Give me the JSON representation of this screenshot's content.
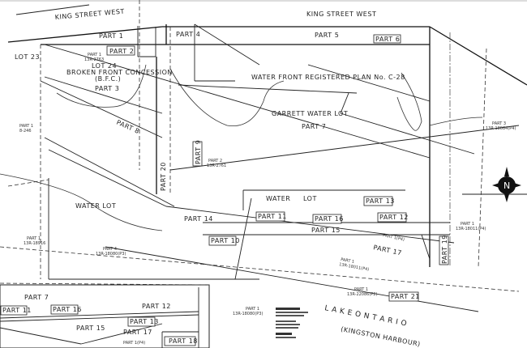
{
  "streets": {
    "king_street_west_1": "KING STREET WEST",
    "king_street_west_2": "KING STREET WEST"
  },
  "lots": {
    "lot_23": "LOT 23",
    "lot_24": "LOT 24",
    "broken_front": "BROKEN FRONT CONCESSION",
    "bfc": "(B.F.C.)",
    "water_front_plan": "WATER FRONT   REGISTERED PLAN No. C-28",
    "garrett_water_lot": "GARRETT   WATER   LOT",
    "water_lot_1": "WATER      LOT",
    "water_lot_2": "WATER",
    "water_lot_2b": "LOT"
  },
  "parts": {
    "part1": "PART 1",
    "part2": "PART 2",
    "part3": "PART 3",
    "part4": "PART 4",
    "part5": "PART 5",
    "part6": "PART 6",
    "part7": "PART 7",
    "part8": "PART 8",
    "part9": "PART 9",
    "part10": "PART 10",
    "part11": "PART 11",
    "part12": "PART 12",
    "part13": "PART 13",
    "part14": "PART 14",
    "part15": "PART 15",
    "part16": "PART 16",
    "part17": "PART 17",
    "part19": "PART 19",
    "part20": "PART 20",
    "part21": "PART 21"
  },
  "small_labels": {
    "part1_a": "PART 1",
    "part1_a2": "13R-2763",
    "part1_b": "PART 1",
    "part1_b2": "8-246",
    "part1_c": "PART 1",
    "part1_c2": "13R-18916",
    "part4_d": "PART 4",
    "part4_d2": "13R-18080(P3)",
    "part2_e": "PART 2",
    "part2_e2": "13R-2761",
    "part1_f": "PART 1",
    "part1_f2": "13R-18011(P4)",
    "part1_g": "PART 1",
    "part1_g2": "13R-18011(P4)",
    "part1_h": "PART 1",
    "part1_h2": "13R-22086(P2)",
    "part3_i": "PART 3",
    "part3_i2": "13R-18084(P4)",
    "part_p4": "PART 1(P4)",
    "part1_k": "PART 1",
    "part1_k2": "13R-18080(P3)"
  },
  "lake": {
    "name": "L A K E        O N T A R I O",
    "harbour": "(KINGSTON   HARBOUR)"
  },
  "inset": {
    "part7": "PART 7",
    "part11": "PART 11",
    "part16": "PART 16",
    "part12": "PART 12",
    "part15": "PART 15",
    "part13": "PART 13",
    "part17": "PART 17",
    "part_p4": "PART 1(P4)",
    "part18": "PART 18"
  },
  "north_arrow": {
    "letter": "N"
  }
}
